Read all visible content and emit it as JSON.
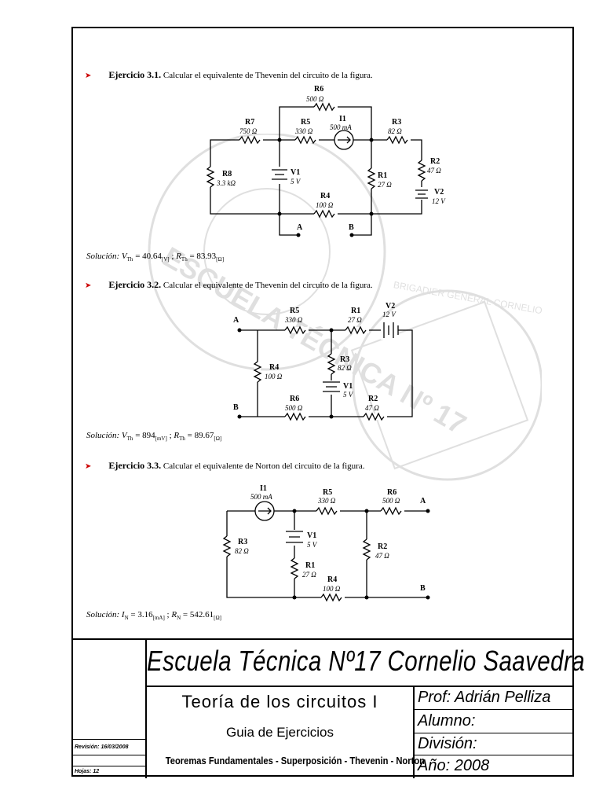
{
  "exercises": [
    {
      "title": "Ejercicio 3.1.",
      "text": "Calcular el equivalente de Thevenin del circuito de la figura."
    },
    {
      "title": "Ejercicio 3.2.",
      "text": "Calcular el equivalente de Thevenin del circuito de la figura."
    },
    {
      "title": "Ejercicio 3.3.",
      "text": "Calcular el equivalente de Norton del circuito de la figura."
    }
  ],
  "solutions": [
    {
      "prefix": "Solución:",
      "v1sym": "V",
      "v1sub": "Th",
      "v1val": "40.64",
      "v1unit": "[V]",
      "v2sym": "R",
      "v2sub": "Th",
      "v2val": "83.93",
      "v2unit": "[Ω]"
    },
    {
      "prefix": "Solución:",
      "v1sym": "V",
      "v1sub": "Th",
      "v1val": "894",
      "v1unit": "[mV]",
      "v2sym": "R",
      "v2sub": "Th",
      "v2val": "89.67",
      "v2unit": "[Ω]"
    },
    {
      "prefix": "Solución:",
      "v1sym": "I",
      "v1sub": "N",
      "v1val": "3.16",
      "v1unit": "[mA]",
      "v2sym": "R",
      "v2sub": "N",
      "v2val": "542.61",
      "v2unit": "[Ω]"
    }
  ],
  "c1": {
    "r6": "R6",
    "r6v": "500 Ω",
    "r7": "R7",
    "r7v": "750 Ω",
    "r5": "R5",
    "r5v": "330 Ω",
    "i1": "I1",
    "i1v": "500 mA",
    "r3": "R3",
    "r3v": "82 Ω",
    "r2": "R2",
    "r2v": "47 Ω",
    "r8": "R8",
    "r8v": "3.3 kΩ",
    "v1": "V1",
    "v1v": "5 V",
    "r1": "R1",
    "r1v": "27 Ω",
    "v2": "V2",
    "v2v": "12 V",
    "r4": "R4",
    "r4v": "100 Ω",
    "a": "A",
    "b": "B"
  },
  "c2": {
    "a": "A",
    "b": "B",
    "r5": "R5",
    "r5v": "330 Ω",
    "r1": "R1",
    "r1v": "27 Ω",
    "v2": "V2",
    "v2v": "12 V",
    "r4": "R4",
    "r4v": "100 Ω",
    "r3": "R3",
    "r3v": "82 Ω",
    "v1": "V1",
    "v1v": "5 V",
    "r6": "R6",
    "r6v": "500 Ω",
    "r2": "R2",
    "r2v": "47 Ω"
  },
  "c3": {
    "i1": "I1",
    "i1v": "500 mA",
    "r5": "R5",
    "r5v": "330 Ω",
    "r6": "R6",
    "r6v": "500 Ω",
    "a": "A",
    "b": "B",
    "r3": "R3",
    "r3v": "82 Ω",
    "v1": "V1",
    "v1v": "5 V",
    "r2": "R2",
    "r2v": "47 Ω",
    "r1": "R1",
    "r1v": "27 Ω",
    "r4": "R4",
    "r4v": "100 Ω"
  },
  "titleblock": {
    "school": "Escuela Técnica Nº17 Cornelio Saavedra",
    "subject1": "Teoría de los circuitos I",
    "subject2": "Guia de Ejercicios",
    "subject3": "Teoremas Fundamentales - Superposición - Thevenin - Norton",
    "prof": "Prof: Adrián Pelliza",
    "alumno": "Alumno:",
    "division": "División:",
    "anio": "Año: 2008",
    "revision": "Revisión: 16/03/2008",
    "hojas": "Hojas: 12"
  },
  "watermark": {
    "text1": "ESCUELA TÉCNICA Nº 17",
    "text2": "BRIGADIER GENERAL CORNELIO SAAVEDRA"
  },
  "icons": {
    "bullet": "red-arrowhead-icon",
    "current_source": "circle-arrow-icon",
    "battery": "battery-icon",
    "resistor": "zigzag-resistor-icon"
  }
}
